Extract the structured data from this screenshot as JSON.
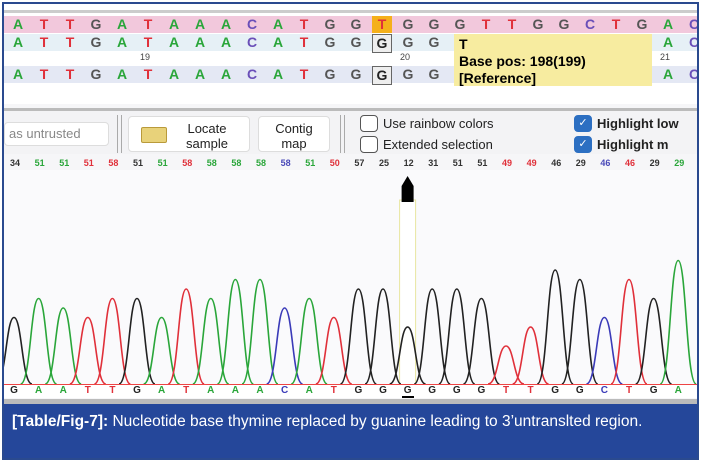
{
  "sequence": {
    "sample_row": [
      "A",
      "T",
      "T",
      "G",
      "A",
      "T",
      "A",
      "A",
      "A",
      "C",
      "A",
      "T",
      "G",
      "G",
      "T",
      "G",
      "G",
      "G",
      "T",
      "T",
      "G",
      "G",
      "C",
      "T",
      "G",
      "A",
      "C"
    ],
    "consensus_row": [
      "A",
      "T",
      "T",
      "G",
      "A",
      "T",
      "A",
      "A",
      "A",
      "C",
      "A",
      "T",
      "G",
      "G",
      "G",
      "G",
      "G",
      "",
      "",
      "",
      "",
      "",
      "",
      "",
      "",
      "A",
      "C"
    ],
    "reference_row": [
      "A",
      "T",
      "T",
      "G",
      "A",
      "T",
      "A",
      "A",
      "A",
      "C",
      "A",
      "T",
      "G",
      "G",
      "G",
      "G",
      "G",
      "",
      "",
      "",
      "",
      "",
      "",
      "",
      "",
      "A",
      "C"
    ],
    "position_labels": [
      {
        "index": 5,
        "label": "19"
      },
      {
        "index": 15,
        "label": "20"
      },
      {
        "index": 25,
        "label": "21"
      }
    ],
    "highlighted_index": 14,
    "tooltip": {
      "base": "T",
      "position": "Base pos: 198(199)",
      "source": "[Reference]"
    }
  },
  "toolbar": {
    "untrusted_label": "as untrusted",
    "locate_sample": "Locate sample",
    "contig_map": "Contig map",
    "options": [
      {
        "label": "Use rainbow colors",
        "checked": false
      },
      {
        "label": "Extended selection",
        "checked": false
      },
      {
        "label": "Highlight low",
        "checked": true
      },
      {
        "label": "Highlight m",
        "checked": true
      }
    ]
  },
  "quality": {
    "values": [
      "34",
      "51",
      "51",
      "51",
      "58",
      "51",
      "51",
      "58",
      "58",
      "58",
      "58",
      "58",
      "51",
      "50",
      "57",
      "25",
      "12",
      "31",
      "51",
      "51",
      "49",
      "49",
      "46",
      "29",
      "46",
      "46",
      "29",
      "29"
    ],
    "colors": [
      "#333",
      "#2aa63a",
      "#2aa63a",
      "#e0303a",
      "#e0303a",
      "#333",
      "#2aa63a",
      "#e0303a",
      "#2aa63a",
      "#2aa63a",
      "#2aa63a",
      "#4a4ab8",
      "#2aa63a",
      "#e0303a",
      "#333",
      "#333",
      "#333",
      "#333",
      "#333",
      "#333",
      "#e0303a",
      "#e0303a",
      "#333",
      "#333",
      "#4a4ab8",
      "#e0303a",
      "#333",
      "#2aa63a"
    ]
  },
  "trace": {
    "bases": [
      "G",
      "A",
      "A",
      "T",
      "T",
      "G",
      "A",
      "T",
      "A",
      "A",
      "A",
      "C",
      "A",
      "T",
      "G",
      "G",
      "G",
      "G",
      "G",
      "G",
      "T",
      "T",
      "G",
      "G",
      "C",
      "T",
      "G",
      "A"
    ],
    "peak_heights": [
      0.35,
      0.45,
      0.4,
      0.35,
      0.45,
      0.45,
      0.35,
      0.5,
      0.45,
      0.55,
      0.55,
      0.4,
      0.45,
      0.35,
      0.5,
      0.5,
      0.3,
      0.5,
      0.5,
      0.45,
      0.2,
      0.3,
      0.6,
      0.55,
      0.35,
      0.55,
      0.45,
      0.65
    ],
    "selected_index": 16
  },
  "colors": {
    "A": "#2aa63a",
    "T": "#e0303a",
    "G": "#222",
    "C": "#3a3ab8"
  },
  "caption": {
    "label": "[Table/Fig-7]:",
    "text": " Nucleotide base thymine replaced by guanine leading to 3’untranslted region."
  }
}
